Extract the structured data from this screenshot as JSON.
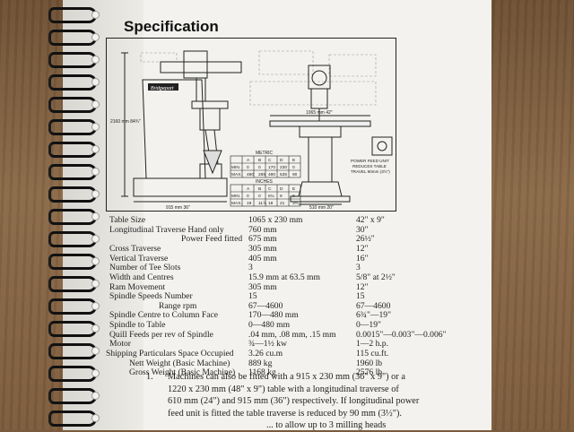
{
  "page": {
    "title": "Specification"
  },
  "diagram": {
    "brand": "Bridgeport",
    "dim_height": "2160 mm 84¾\"",
    "dim_base_width": "915 mm 36\"",
    "dim_table_width": "1065 mm 42\"",
    "dim_front_base": "510 mm 20\"",
    "power_feed_note": [
      "POWER FEED UNIT",
      "REDUCES TABLE",
      "TRAVEL 90mm (3½\")"
    ],
    "metric_table": {
      "title": "METRIC",
      "headers": [
        "",
        "A",
        "B",
        "C",
        "D",
        "E"
      ],
      "rows": [
        [
          "MIN.",
          "0",
          "0",
          "170",
          "230",
          "0"
        ],
        [
          "MAX.",
          "480",
          "285",
          "480",
          "535",
          "90"
        ]
      ]
    },
    "inches_table": {
      "title": "INCHES",
      "headers": [
        "",
        "A",
        "B",
        "C",
        "D",
        "E"
      ],
      "rows": [
        [
          "MIN.",
          "0",
          "0",
          "6¾",
          "9",
          "0"
        ],
        [
          "MAX.",
          "19",
          "11⅞",
          "18",
          "21",
          "3½"
        ]
      ]
    }
  },
  "specs": [
    {
      "label": "Table Size",
      "metric": "1065 x 230 mm",
      "imperial": "42\" x 9\""
    },
    {
      "label": "Longitudinal Traverse Hand only",
      "metric": "760 mm",
      "imperial": "30\""
    },
    {
      "label": "Power Feed fitted",
      "metric": "675 mm",
      "imperial": "26½\""
    },
    {
      "label": "Cross Traverse",
      "metric": "305 mm",
      "imperial": "12\""
    },
    {
      "label": "Vertical Traverse",
      "metric": "405 mm",
      "imperial": "16\""
    },
    {
      "label": "Number of Tee Slots",
      "metric": "3",
      "imperial": "3"
    },
    {
      "label": "Width and Centres",
      "metric": "15.9 mm at 63.5 mm",
      "imperial": "5/8\" at 2½\""
    },
    {
      "label": "Ram Movement",
      "metric": "305 mm",
      "imperial": "12\""
    },
    {
      "label": "Spindle Speeds Number",
      "metric": "15",
      "imperial": "15"
    },
    {
      "label": "Range rpm",
      "metric": "67—4600",
      "imperial": "67—4600"
    },
    {
      "label": "Spindle Centre to Column Face",
      "metric": "170—480 mm",
      "imperial": "6¾\"—19\""
    },
    {
      "label": "Spindle to Table",
      "metric": "0—480 mm",
      "imperial": "0—19\""
    },
    {
      "label": "Quill Feeds per rev of Spindle",
      "metric": ".04 mm, .08 mm, .15 mm",
      "imperial": "0.0015\"—0.003\"—0.006\""
    },
    {
      "label": "Motor",
      "metric": "¾—1½ kw",
      "imperial": "1—2 h.p."
    },
    {
      "label": "Shipping Particulars Space Occupied",
      "metric": "3.26 cu.m",
      "imperial": "115 cu.ft."
    },
    {
      "label": "Nett Weight (Basic Machine)",
      "metric": "889 kg",
      "imperial": "1960 lb"
    },
    {
      "label": "Gross Weight (Basic Machine)",
      "metric": "1168 kg",
      "imperial": "2576 lb"
    }
  ],
  "note": {
    "number": "1.",
    "lines": [
      "Machines can also be fitted with a 915 x 230 mm (36\" x 9\") or a",
      "1220 x 230 mm (48\" x 9\") table with a longitudinal traverse of",
      "610 mm (24\") and 915 mm (36\") respectively.  If longitudinal power",
      "feed unit is fitted the table traverse is reduced by 90 mm (3½\").",
      "... to allow up to 3 milling heads"
    ]
  }
}
